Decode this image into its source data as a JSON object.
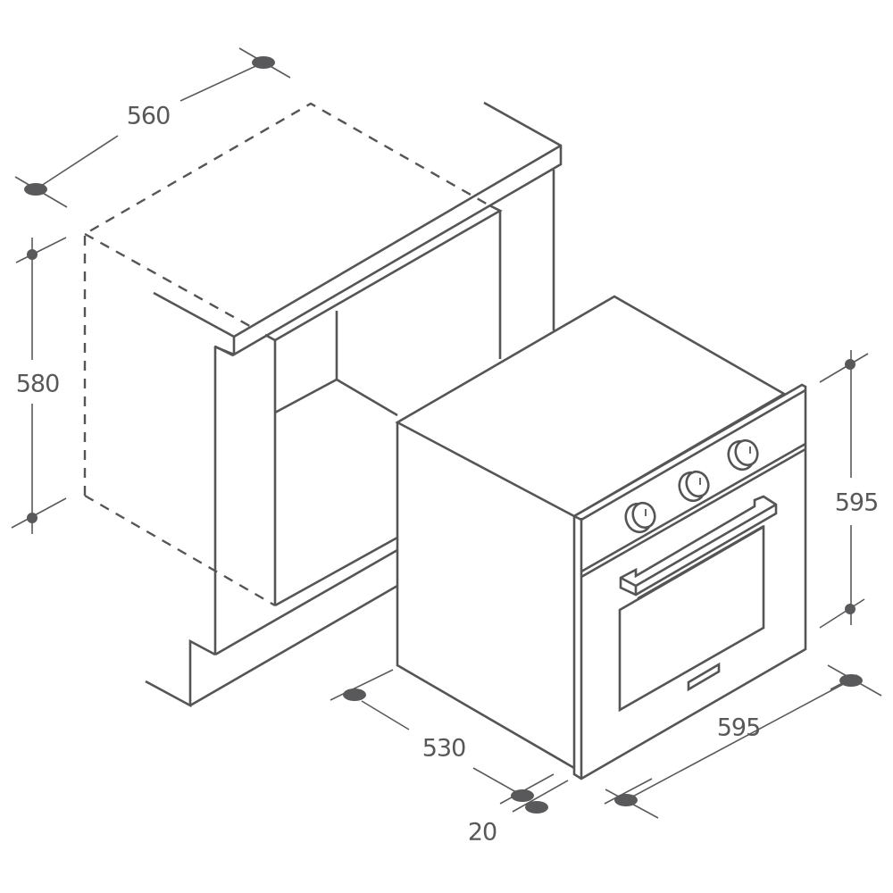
{
  "diagram": {
    "title": "",
    "subject": "Built-in oven installation dimensions",
    "units": "mm",
    "colors": {
      "line": "#555557",
      "text": "#58585a",
      "background": "#ffffff"
    },
    "dimensions": {
      "niche_width": {
        "label": "560",
        "target": "cabinet niche width"
      },
      "niche_height": {
        "label": "580",
        "target": "cabinet niche height"
      },
      "oven_height": {
        "label": "595",
        "target": "oven height"
      },
      "oven_width": {
        "label": "595",
        "target": "oven width"
      },
      "oven_depth": {
        "label": "530",
        "target": "oven body depth"
      },
      "front_thickness": {
        "label": "20",
        "target": "oven front panel thickness"
      }
    },
    "components": {
      "cabinet": "kitchen cabinet with dashed niche outline",
      "oven": "built-in oven with control panel",
      "knobs": [
        "knob-1",
        "knob-2",
        "knob-3"
      ],
      "handle": "door handle bar",
      "door_window": "oven door glass window",
      "vent_slot": "lower door vent slot"
    }
  }
}
